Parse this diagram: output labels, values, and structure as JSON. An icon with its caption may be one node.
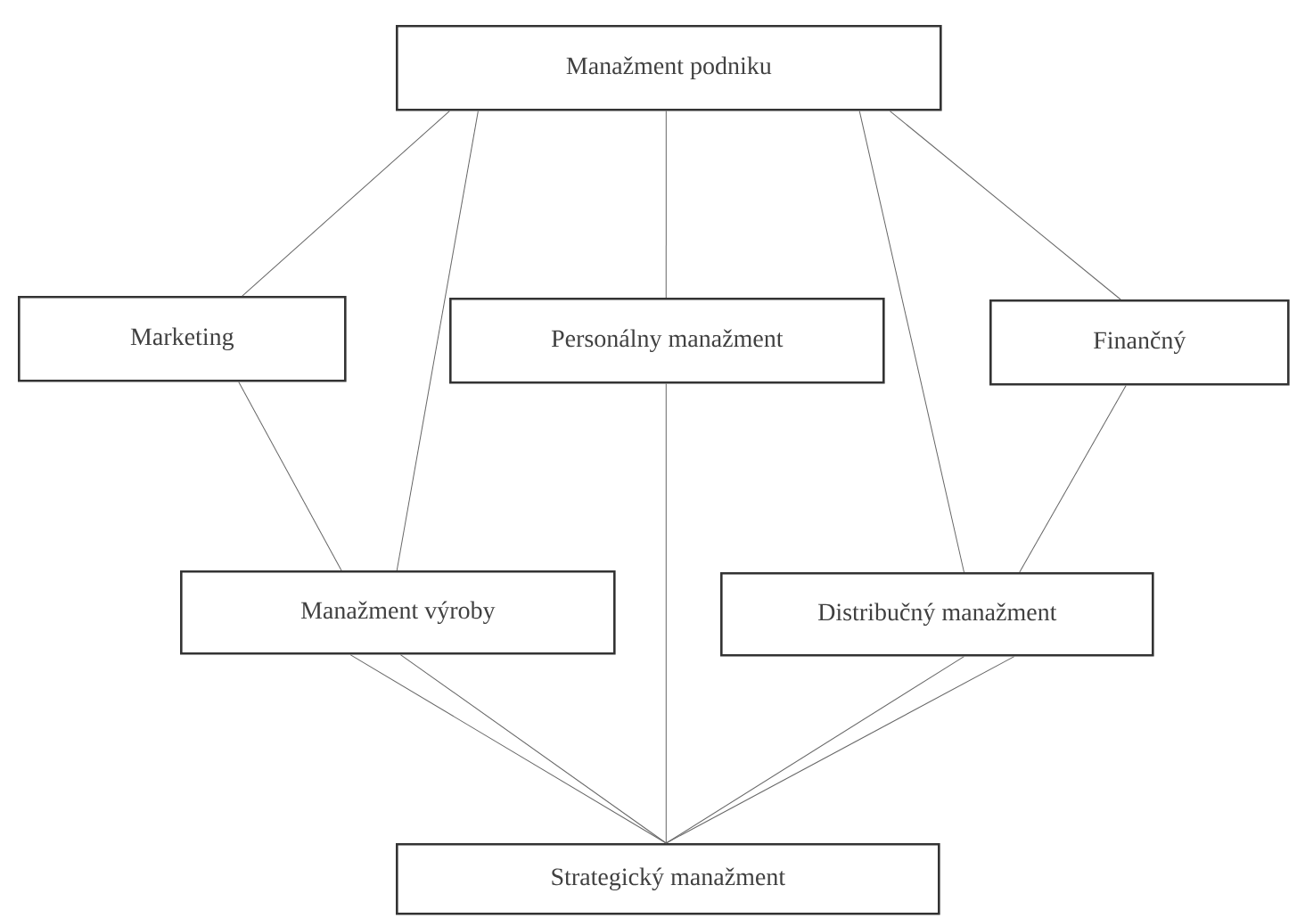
{
  "diagram": {
    "nodes": [
      {
        "text": [
          "Manažment podniku"
        ]
      },
      {
        "text": [
          "Marketing"
        ]
      },
      {
        "text": [
          "Personálny manažment"
        ]
      },
      {
        "text": [
          "Finančný"
        ]
      },
      {
        "text": [
          "Manažment výroby"
        ]
      },
      {
        "text": [
          "Distribučný manažment"
        ]
      },
      {
        "text": [
          "Strategický manažment"
        ]
      }
    ],
    "edges": [
      {
        "from": 0,
        "to": 1,
        "arrow": "none"
      },
      {
        "from": 0,
        "to": 4,
        "arrow": "none"
      },
      {
        "from": 0,
        "to": 2,
        "arrow": "none"
      },
      {
        "from": 2,
        "to": 6,
        "arrow": "none"
      },
      {
        "from": 0,
        "to": 5,
        "arrow": "none"
      },
      {
        "from": 0,
        "to": 3,
        "arrow": "none"
      },
      {
        "from": 1,
        "to": 4,
        "arrow": "none"
      },
      {
        "from": 3,
        "to": 5,
        "arrow": "none"
      },
      {
        "from": 4,
        "to": 6,
        "arrow": "none"
      },
      {
        "from": 4,
        "to": 6,
        "arrow": "none"
      },
      {
        "from": 5,
        "to": 6,
        "arrow": "none"
      },
      {
        "from": 5,
        "to": 6,
        "arrow": "none"
      }
    ]
  }
}
